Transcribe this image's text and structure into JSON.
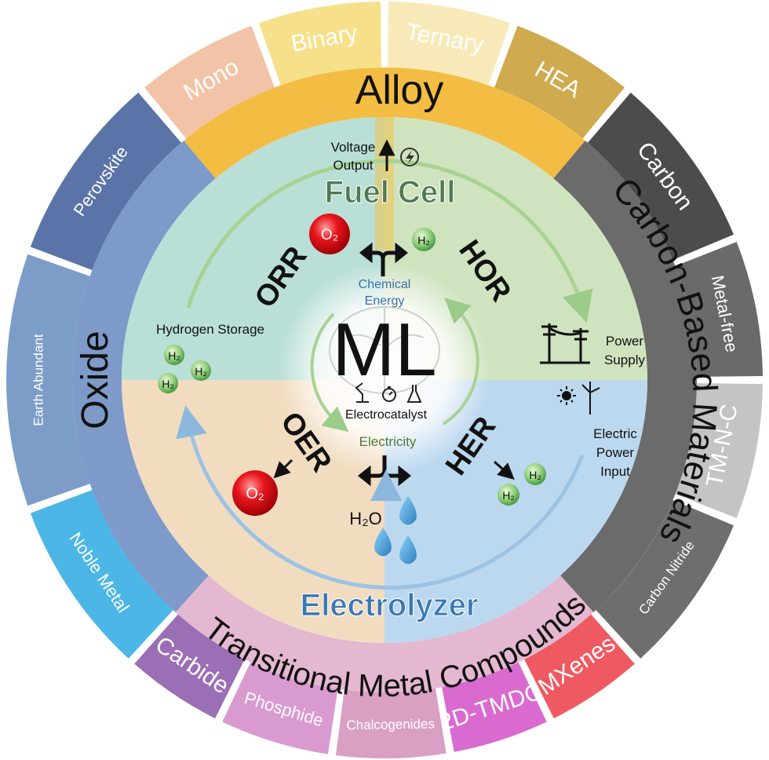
{
  "center": {
    "label": "ML",
    "electrocatalyst": "Electrocatalyst"
  },
  "inner": {
    "fuel_cell": "Fuel Cell",
    "electrolyzer": "Electrolyzer",
    "orr": "ORR",
    "hor": "HOR",
    "oer": "OER",
    "her": "HER",
    "chemical_energy_1": "Chemical",
    "chemical_energy_2": "Energy",
    "electricity": "Electricity",
    "voltage_output_1": "Voltage",
    "voltage_output_2": "Output",
    "hydrogen_storage": "Hydrogen Storage",
    "power_supply_1": "Power",
    "power_supply_2": "Supply",
    "electric_power_input_1": "Electric",
    "electric_power_input_2": "Power",
    "electric_power_input_3": "Input",
    "h2o": "H₂O",
    "o2": "O₂",
    "h2": "H₂"
  },
  "categories": {
    "alloy": "Alloy",
    "carbon_based": "Carbon-Based Materials",
    "tmc": "Transitional Metal Compounds",
    "oxide": "Oxide"
  },
  "subcategories": {
    "mono": "Mono",
    "binary": "Binary",
    "ternary": "Ternary",
    "hea": "HEA",
    "carbon": "Carbon",
    "metal_free": "Metal-free",
    "tm_n_c": "TM-N-C",
    "carbon_nitride": "Carbon Nitride",
    "mxenes": "MXenes",
    "tmdc": "2D-TMDC",
    "chalcogenides": "Chalcogenides",
    "phosphide": "Phosphide",
    "carbide": "Carbide",
    "noble_metal": "Noble Metal",
    "earth_abundant": "Earth Abundant",
    "perovskite": "Perovskite"
  },
  "colors": {
    "alloy": "#f2b630",
    "carbon": "#5b5b5b",
    "tmc": "#d9a0c0",
    "oxide": "#6f8fc2",
    "fuel_cell_text": "#4f7a52",
    "electrolyzer_text": "#3a78b5"
  }
}
